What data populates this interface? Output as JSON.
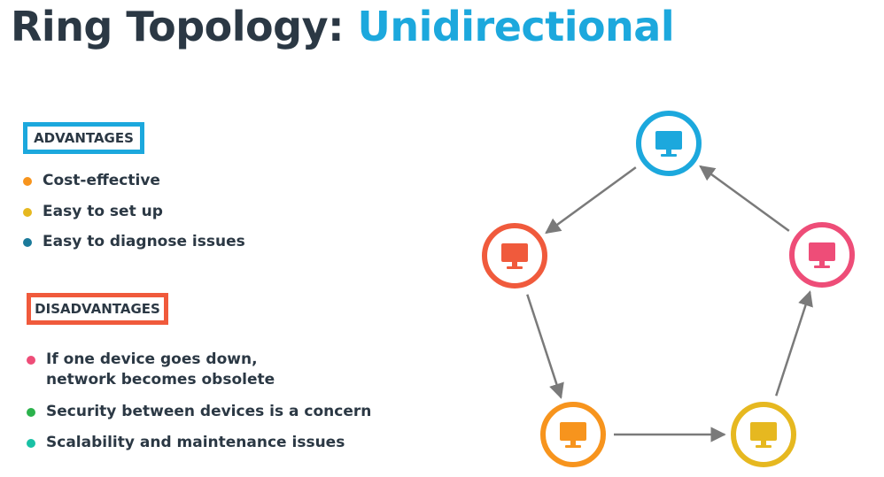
{
  "title": {
    "part1": "Ring Topology: ",
    "part2": "Unidirectional"
  },
  "advantages": {
    "heading": "ADVANTAGES",
    "items": [
      {
        "text": "Cost-effective",
        "color": "#f7941d"
      },
      {
        "text": "Easy to set up",
        "color": "#e6b820"
      },
      {
        "text": "Easy to diagnose issues",
        "color": "#1b7a9a"
      }
    ]
  },
  "disadvantages": {
    "heading": "DISADVANTAGES",
    "items": [
      {
        "line1": "If one device goes down,",
        "line2": "network becomes obsolete",
        "color": "#ee4d78"
      },
      {
        "text": "Security between devices is a concern",
        "color": "#2bb24c"
      },
      {
        "text": "Scalability and maintenance issues",
        "color": "#19c1a5"
      }
    ]
  },
  "diagram": {
    "nodes": [
      {
        "id": "top",
        "icon": "monitor-icon",
        "color": "#1ca8dd"
      },
      {
        "id": "left",
        "icon": "monitor-icon",
        "color": "#f05a3c"
      },
      {
        "id": "right",
        "icon": "monitor-icon",
        "color": "#ee4d78"
      },
      {
        "id": "bottom-left",
        "icon": "monitor-icon",
        "color": "#f7941d"
      },
      {
        "id": "bottom-right",
        "icon": "monitor-icon",
        "color": "#e6b820"
      }
    ],
    "links": [
      {
        "from": "top",
        "to": "left"
      },
      {
        "from": "left",
        "to": "bottom-left"
      },
      {
        "from": "bottom-left",
        "to": "bottom-right"
      },
      {
        "from": "bottom-right",
        "to": "right"
      },
      {
        "from": "right",
        "to": "top"
      }
    ],
    "arrow_color": "#7a7a7a"
  }
}
